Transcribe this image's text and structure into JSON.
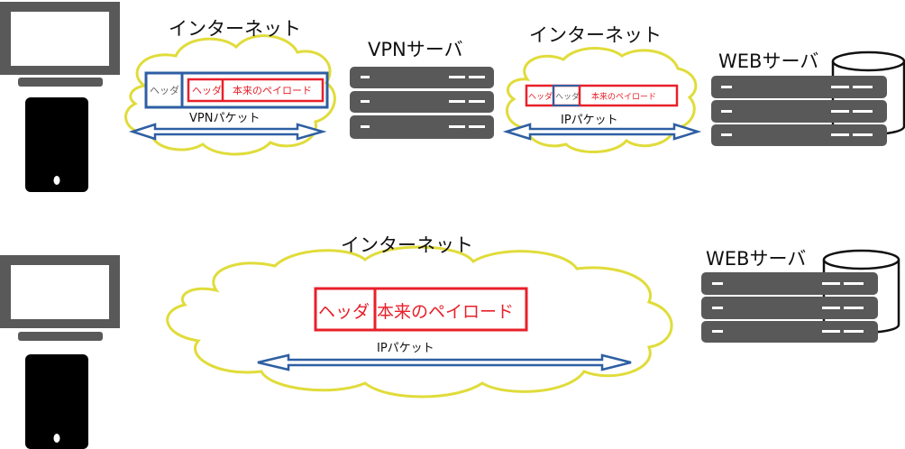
{
  "colors": {
    "device": "#595959",
    "server": "#595959",
    "cloud_stroke": "#e0dc3a",
    "arrow": "#2e5fa3",
    "vpn_header_box": "#2e5fa3",
    "original_packet_box": "#e8202a"
  },
  "icons": {
    "monitor": "monitor-icon",
    "phone": "smartphone-icon",
    "server": "server-rack-icon",
    "database": "database-cylinder-icon"
  },
  "top": {
    "internet_left": "インターネット",
    "internet_right": "インターネット",
    "vpn_server": "VPNサーバ",
    "web_server": "WEBサーバ",
    "vpn_packet_label": "VPNパケット",
    "ip_packet_label": "IPパケット",
    "vpn_header": "ヘッダ",
    "inner_header": "ヘッダ",
    "payload": "本来のペイロード",
    "right_vpn_header": "ヘッダ",
    "right_inner_header": "ヘッダ",
    "right_payload": "本来のペイロード"
  },
  "bottom": {
    "internet": "インターネット",
    "web_server": "WEBサーバ",
    "ip_packet_label": "IPパケット",
    "header": "ヘッダ",
    "payload": "本来のペイロード"
  }
}
